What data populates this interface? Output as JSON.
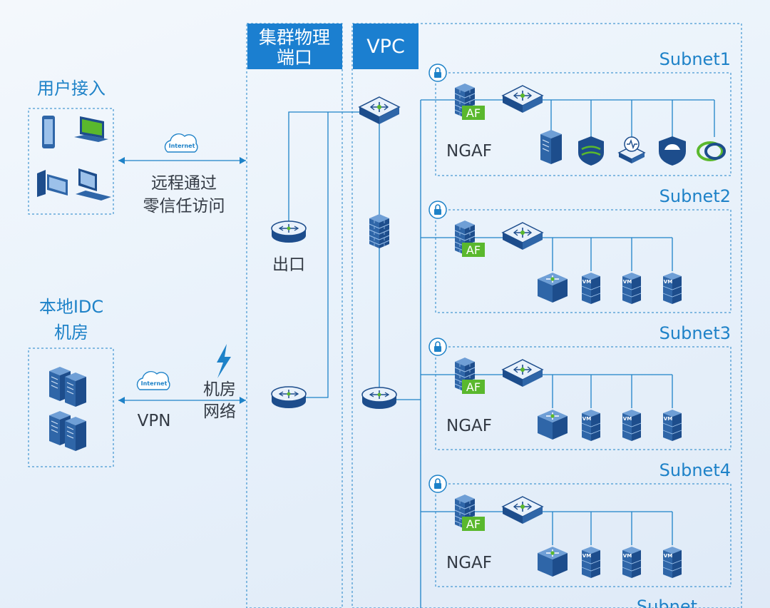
{
  "left": {
    "user_access_title": "用户接入",
    "remote_line1": "远程通过",
    "remote_line2": "零信任访问",
    "idc_title_line1": "本地IDC",
    "idc_title_line2": "机房",
    "vpn_label": "VPN",
    "dc_network_line1": "机房",
    "dc_network_line2": "网络",
    "internet_label": "Internet"
  },
  "columns": {
    "cluster_port_line1": "集群物理",
    "cluster_port_line2": "端口",
    "vpc": "VPC",
    "exit_label": "出口"
  },
  "subnets": [
    {
      "name": "Subnet1",
      "ngaf": "NGAF",
      "af": "AF"
    },
    {
      "name": "Subnet2",
      "ngaf": "",
      "af": "AF"
    },
    {
      "name": "Subnet3",
      "ngaf": "NGAF",
      "af": "AF"
    },
    {
      "name": "Subnet4",
      "ngaf": "NGAF",
      "af": "AF"
    },
    {
      "name": "Subnet",
      "ngaf": "",
      "af": ""
    }
  ],
  "vm_label": "VM",
  "colors": {
    "primary": "#1e82c8",
    "header_fill": "#1b7fd0",
    "device_dark": "#1d4d8c",
    "device_light": "#6f9fd6",
    "af_green": "#5ab82d",
    "text_dark": "#333a44"
  }
}
